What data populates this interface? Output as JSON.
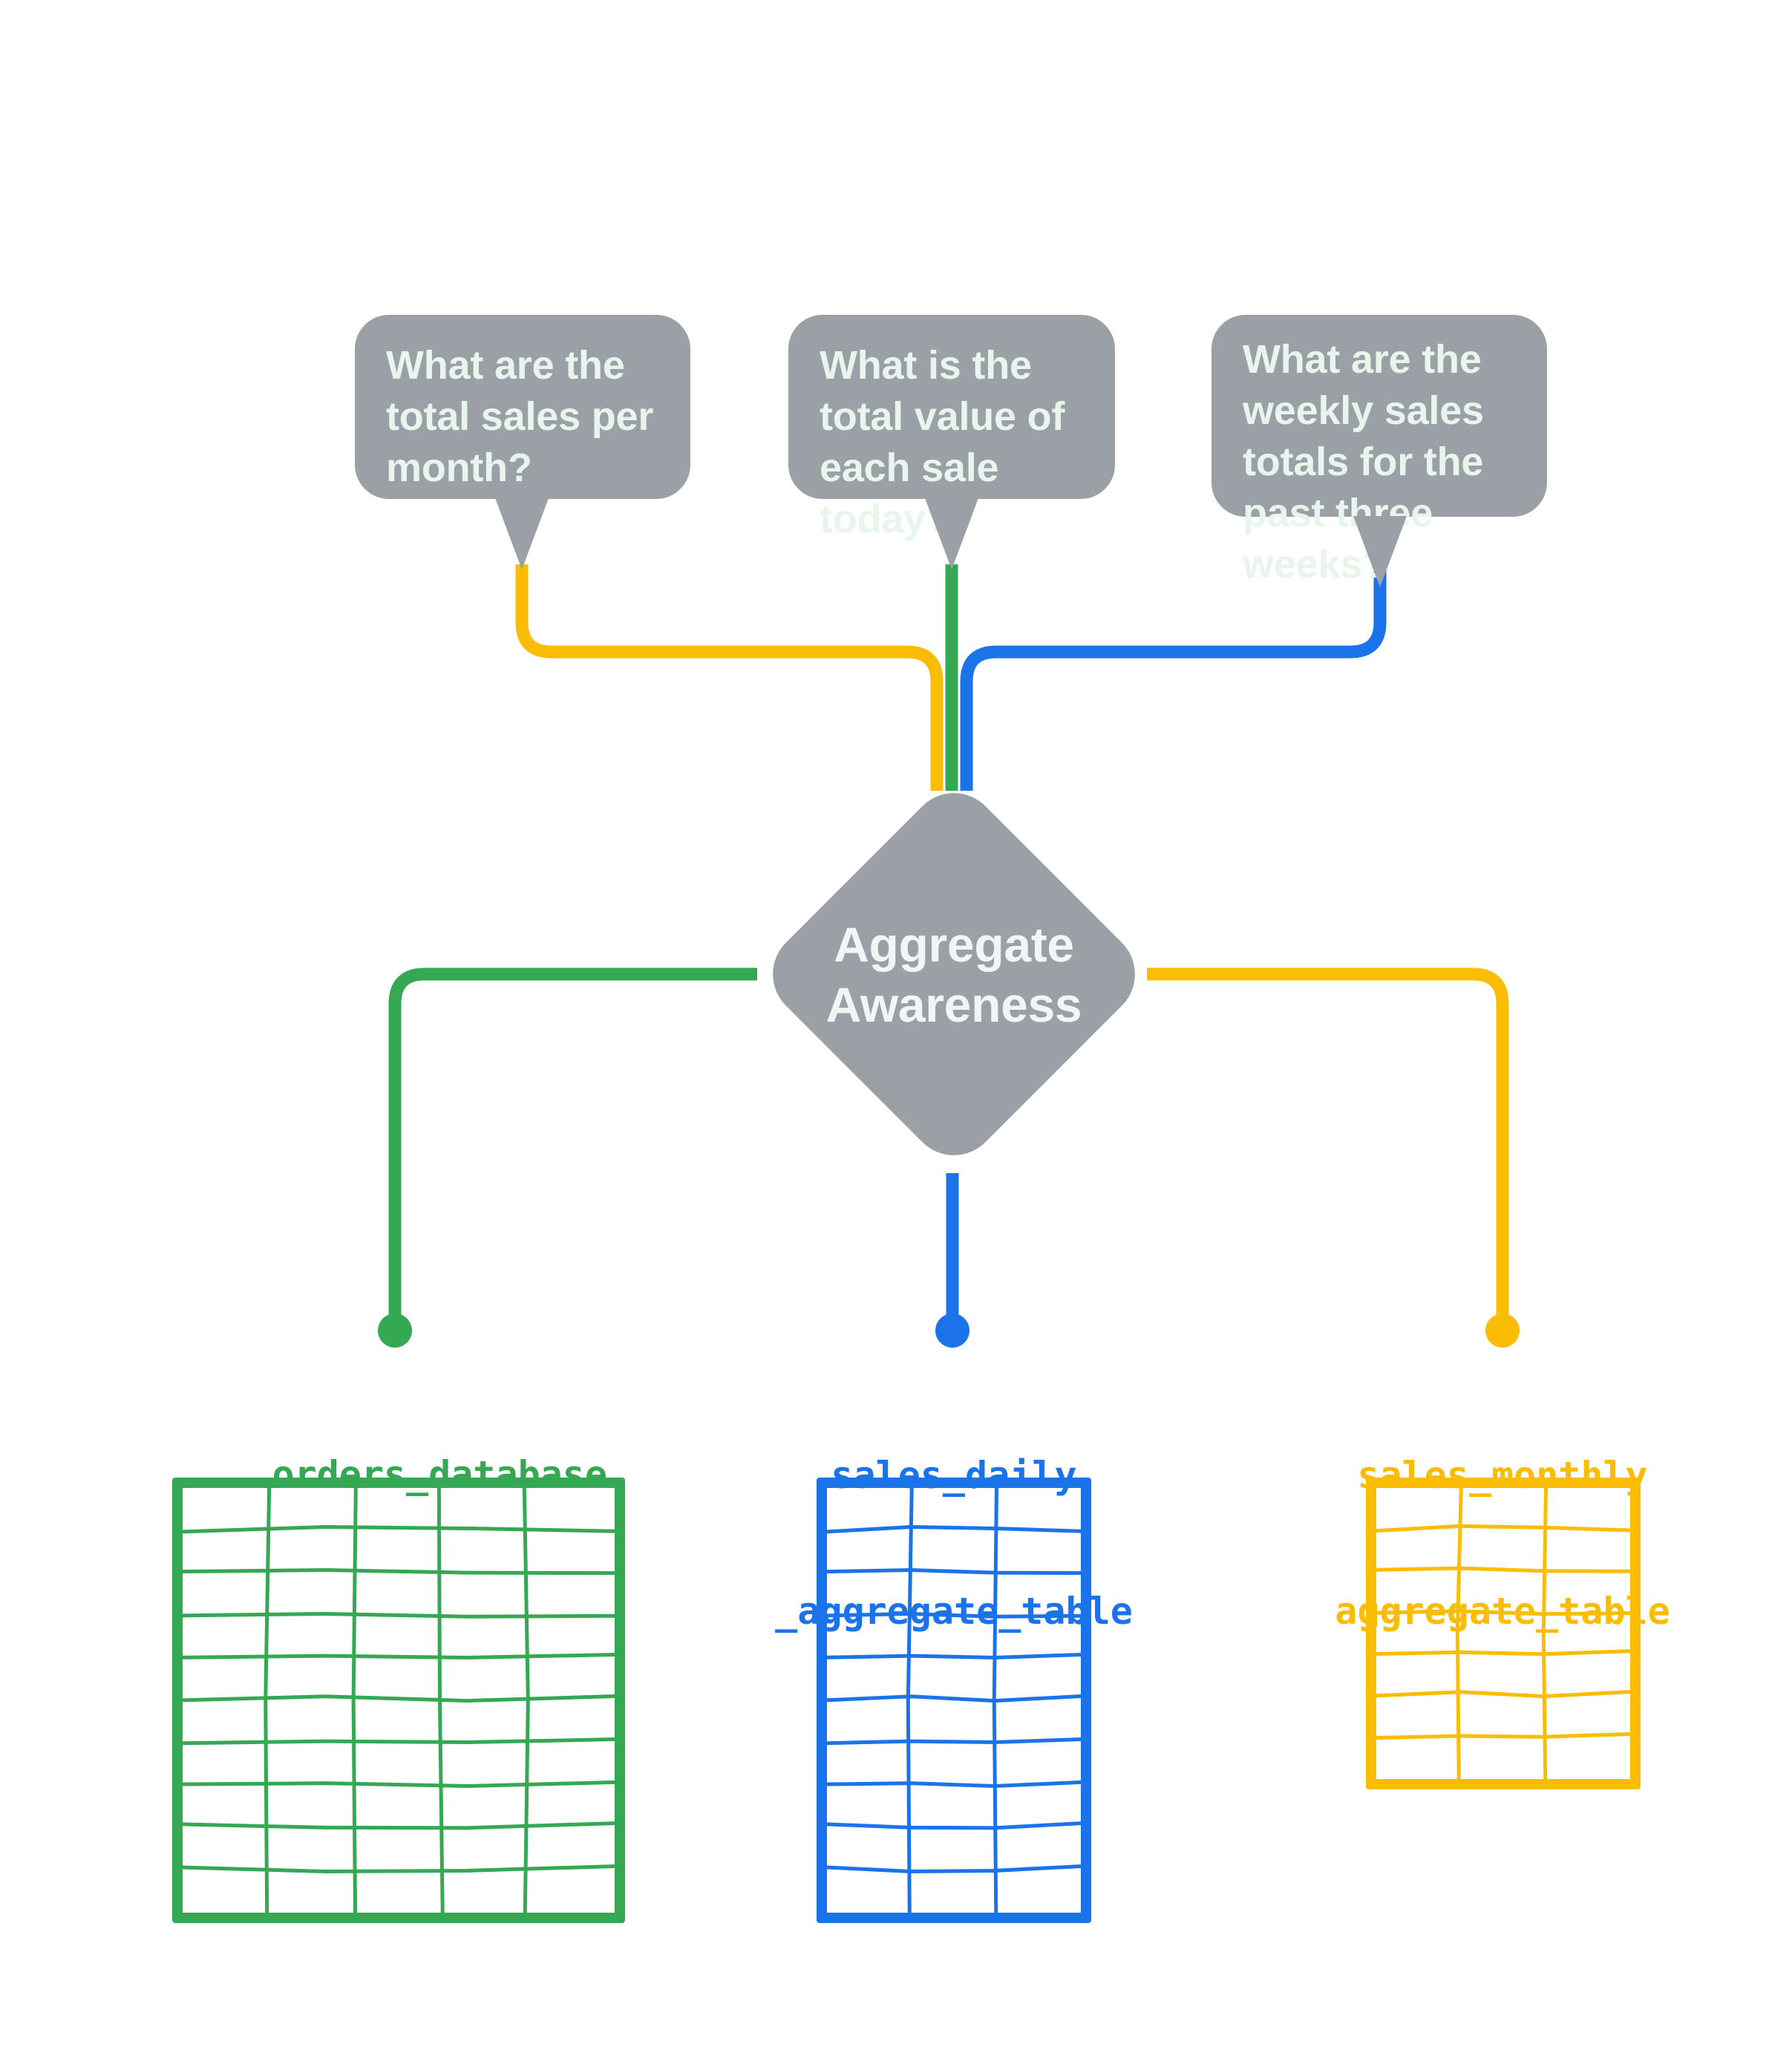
{
  "diagram": {
    "title": "Aggregate Awareness",
    "center_node": {
      "label_line1": "Aggregate",
      "label_line2": "Awareness",
      "color": "#9aa0a6"
    },
    "questions": [
      {
        "id": "q-monthly",
        "text": "What are the total sales per month?",
        "wire_color": "#fbbc04",
        "target": "sales_monthly_aggregate_table"
      },
      {
        "id": "q-daily",
        "text": "What is the total value of each sale today?",
        "wire_color": "#34a853",
        "target": "orders_database"
      },
      {
        "id": "q-weekly",
        "text": "What are the weekly sales totals for the past three weeks?",
        "wire_color": "#1a73e8",
        "target": "sales_daily_aggregate_table"
      }
    ],
    "tables": [
      {
        "id": "orders_database",
        "label_line1": "orders_database",
        "label_line2": "",
        "color": "#34a853",
        "columns": 5,
        "rows": 10
      },
      {
        "id": "sales_daily_aggregate_table",
        "label_line1": "sales_daily",
        "label_line2": "_aggregate_table",
        "color": "#1a73e8",
        "columns": 3,
        "rows": 10
      },
      {
        "id": "sales_monthly_aggregate_table",
        "label_line1": "sales_monthly",
        "label_line2": "aggregate_table",
        "color": "#fbbc04",
        "columns": 3,
        "rows": 7
      }
    ],
    "colors": {
      "gray": "#9aa0a6",
      "bubble_text": "#e8f5ec",
      "green": "#34a853",
      "blue": "#1a73e8",
      "yellow": "#fbbc04",
      "background": "#ffffff"
    }
  }
}
